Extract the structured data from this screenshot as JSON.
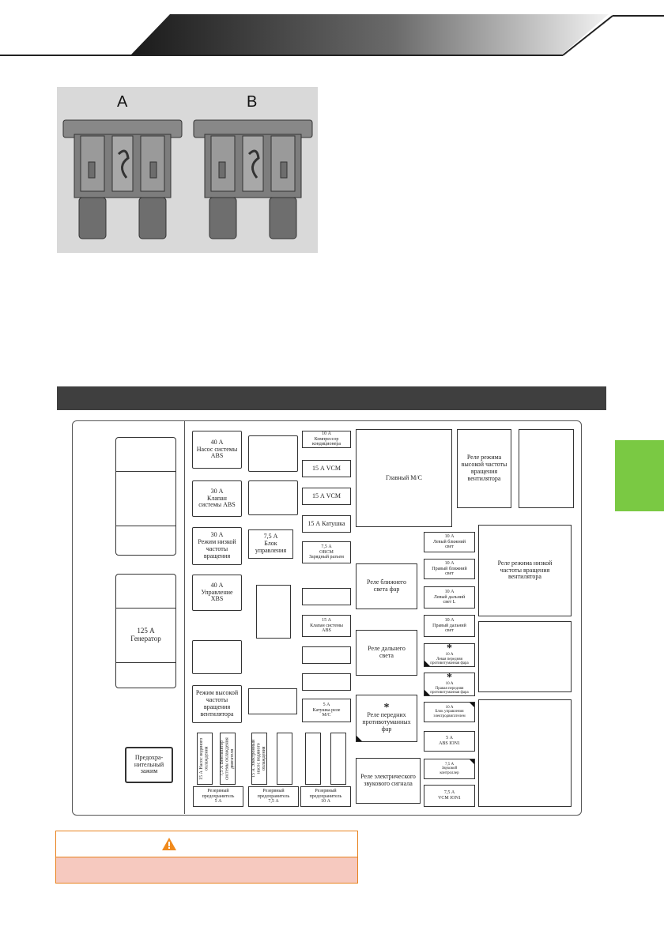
{
  "photo": {
    "label_a": "A",
    "label_b": "B"
  },
  "diagram": {
    "left": {
      "generator": "125 А\nГенератор",
      "clamp": "Предохра-\nнительный\nзажим"
    },
    "col1": [
      "40 А\nНасос системы\nABS",
      "30 А\nКлапан\nсистемы ABS",
      "30 А\nРежим низкой\nчастоты\nвращения",
      "40 А\nУправление\nXBS",
      "Режим высокой\nчастоты\nвращения\nвентилятора"
    ],
    "col2": [
      "7,5 А\nБлок\nуправления"
    ],
    "col3": [
      "10 А\nКомпрессор\nкондиционера",
      "15 А VCM",
      "15 А VCM",
      "15 А Катушка",
      "7,5 А\nOBCM\nЗарядный разъем",
      "15 А\nКлапан системы\nABS",
      "5 А\nКатушка реле\nM/C"
    ],
    "vertical": [
      "15 А Насос водяного охлаждения",
      "7,5 А Вентилятор системы охлаждения двигателя",
      "15 А Электронный насос водяного охлаждения"
    ],
    "reserve": [
      "Резервный\nпредохранитель\n5 А",
      "Резервный\nпредохранитель\n7,5 А",
      "Резервный\nпредохранитель\n10 А"
    ],
    "relays": {
      "main_mc": "Главный M/C",
      "high_fan": "Реле режима\nвысокой частоты\nвращения\nвентилятора",
      "low_beam": "Реле ближнего\nсвета фар",
      "high_beam": "Реле дальнего\nсвета",
      "fog": "Реле передних\nпротивотуманных\nфар",
      "horn": "Реле электрического\nзвукового сигнала",
      "low_fan": "Реле режима низкой\nчастоты вращения\nвентилятора"
    },
    "col5": [
      "10 А\nЛевый ближний\nсвет",
      "10 А\nПравый ближний\nсвет",
      "10 А\nЛевый дальний\nсвет L",
      "10 А\nПравый дальний\nсвет",
      "10 А\nЛевая передняя\nпротивотуманная фара",
      "10 А\nПравая передняя\nпротивотуманная фара",
      "10 А\nБлок управления\nэлектродвигателем",
      "5 А\nABS ION1",
      "7,5 А\nЗвуковой\nконтроллер",
      "7,5 А\nVCM ION1"
    ],
    "star": "*"
  },
  "colors": {
    "section_bar": "#3f3f3f",
    "tab": "#7ac943",
    "warning_border": "#e8831f",
    "warning_fill": "#f6c9bf",
    "warning_icon": "#f08a1c"
  }
}
